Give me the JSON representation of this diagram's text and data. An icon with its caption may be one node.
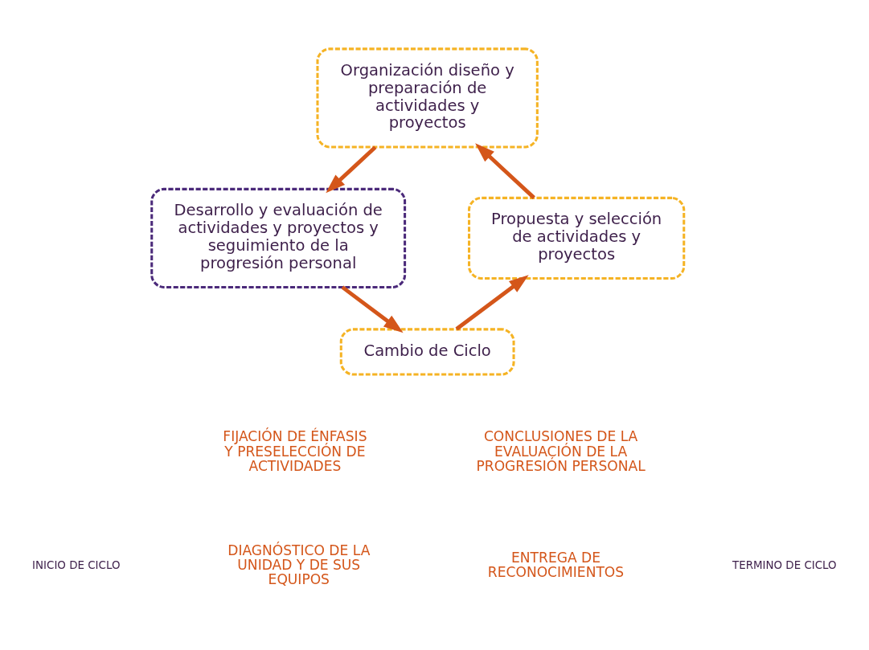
{
  "diagram": {
    "nodes": [
      {
        "text": [
          "Organización diseño y preparación de actividades y proyectos"
        ]
      },
      {
        "text": [
          "Desarrollo y evaluación de actividades y proyectos y seguimiento de la progresión personal"
        ]
      },
      {
        "text": [
          "Cambio de Ciclo"
        ]
      },
      {
        "text": [
          "Propuesta y selección de actividades y proyectos"
        ]
      }
    ],
    "edges": [
      {
        "from": 3,
        "to": 0,
        "arrow": "to"
      },
      {
        "from": 0,
        "to": 1,
        "arrow": "to"
      },
      {
        "from": 1,
        "to": 2,
        "arrow": "to"
      },
      {
        "from": 2,
        "to": 3,
        "arrow": "to"
      }
    ],
    "labels": [
      "FIJACIÓN DE ÉNFASIS Y PRESELECCIÓN DE ACTIVIDADES",
      "CONCLUSIONES DE LA EVALUACIÓN DE LA PROGRESIÓN PERSONAL",
      "INICIO DE CICLO",
      "DIAGNÓSTICO DE LA UNIDAD Y DE SUS EQUIPOS",
      "ENTREGA DE RECONOCIMIENTOS",
      "TERMINO DE CICLO"
    ]
  }
}
